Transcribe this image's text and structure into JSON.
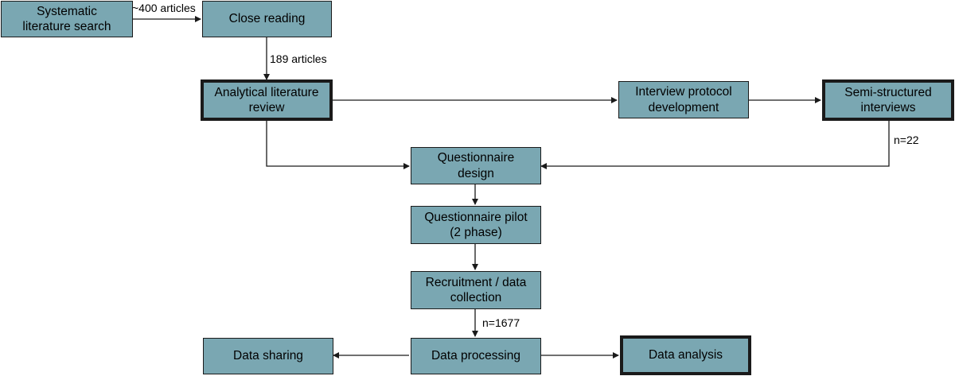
{
  "nodes": {
    "systematic_search": "Systematic\nliterature search",
    "close_reading": "Close reading",
    "analytical_review": "Analytical literature\nreview",
    "interview_protocol": "Interview protocol\ndevelopment",
    "semi_structured": "Semi-structured\ninterviews",
    "questionnaire_design": "Questionnaire\ndesign",
    "questionnaire_pilot": "Questionnaire pilot\n(2 phase)",
    "recruitment": "Recruitment / data\ncollection",
    "data_processing": "Data processing",
    "data_sharing": "Data sharing",
    "data_analysis": "Data analysis"
  },
  "edge_labels": {
    "search_to_reading": "~400 articles",
    "reading_to_review": "189 articles",
    "interviews_to_design": "n=22",
    "recruitment_to_processing": "n=1677"
  },
  "colors": {
    "node_fill": "#7aa7b2",
    "node_border": "#1a1a1a",
    "line": "#1a1a1a"
  }
}
